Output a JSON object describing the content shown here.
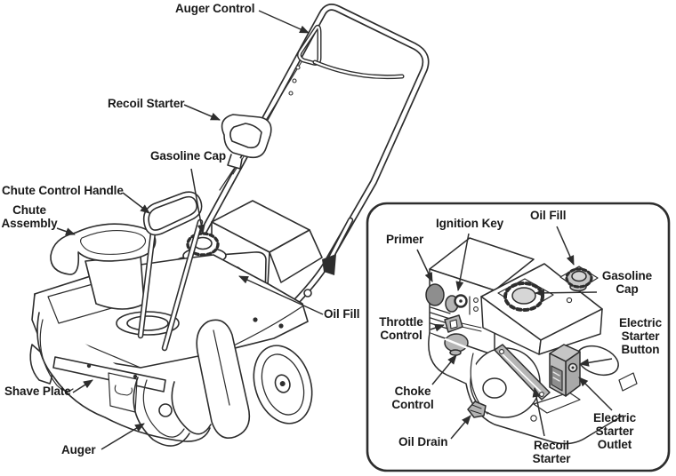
{
  "colors": {
    "line": "#2d2d2d",
    "label_text": "#191919",
    "background": "#ffffff",
    "knob_gray": "#b5b5b5",
    "dark_gray": "#8e8e8e",
    "starter_gray": "#bcbcbc"
  },
  "labels": {
    "main": {
      "auger_control": "Auger Control",
      "recoil_starter": "Recoil Starter",
      "gasoline_cap": "Gasoline Cap",
      "chute_control_handle": "Chute Control Handle",
      "chute_assembly": "Chute\nAssembly",
      "oil_fill": "Oil Fill",
      "shave_plate": "Shave Plate",
      "auger": "Auger"
    },
    "inset": {
      "primer": "Primer",
      "ignition_key": "Ignition Key",
      "oil_fill": "Oil Fill",
      "gasoline_cap": "Gasoline\nCap",
      "throttle_control": "Throttle\nControl",
      "electric_starter_button": "Electric\nStarter\nButton",
      "choke_control": "Choke\nControl",
      "oil_drain": "Oil Drain",
      "recoil_starter": "Recoil\nStarter",
      "electric_starter_outlet": "Electric\nStarter\nOutlet"
    }
  }
}
